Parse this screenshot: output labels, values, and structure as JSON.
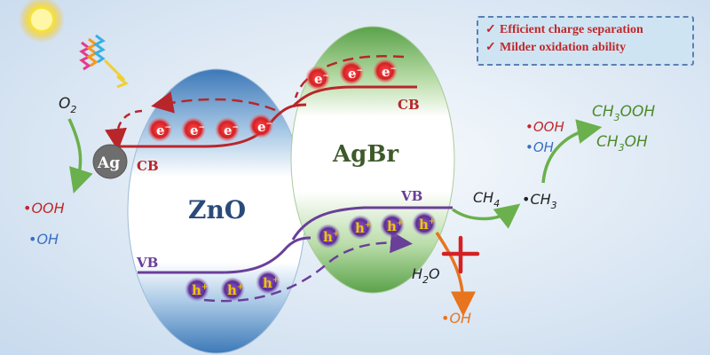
{
  "legend": {
    "items": [
      "Efficient charge separation",
      "Milder oxidation ability"
    ],
    "check_mark": "✓"
  },
  "zno": {
    "name": "ZnO",
    "cb_label": "CB",
    "vb_label": "VB",
    "electrons": [
      "e",
      "e",
      "e",
      "e"
    ],
    "holes": [
      "h",
      "h",
      "h"
    ]
  },
  "agbr": {
    "name": "AgBr",
    "cb_label": "CB",
    "vb_label": "VB",
    "electrons": [
      "e",
      "e",
      "e"
    ],
    "holes": [
      "h",
      "h",
      "h",
      "h"
    ]
  },
  "charge_superscripts": {
    "electron": "−",
    "hole": "+"
  },
  "ag_label": "Ag",
  "left_species": {
    "o2": "O",
    "o2_sub": "2",
    "ooh": "•OOH",
    "oh": "•OH"
  },
  "right_species": {
    "ch4": "CH",
    "ch4_sub": "4",
    "ch3": "•CH",
    "ch3_sub": "3",
    "ooh": "•OOH",
    "oh": "•OH",
    "ch3ooh": [
      "CH",
      "3",
      "OOH"
    ],
    "ch3oh": [
      "CH",
      "3",
      "OH"
    ]
  },
  "water": {
    "h2o": [
      "H",
      "2",
      "O"
    ],
    "oh": "•OH"
  },
  "colors": {
    "cb_band": "#b8262a",
    "vb_band": "#6a3f98",
    "electron": "#d7262b",
    "hole": "#6b3aa0",
    "hole_text": "#f2c400",
    "zno_text": "#2a4a7a",
    "agbr_text": "#3d5a2a",
    "green_arrow": "#6ab04c",
    "orange": "#e8741e",
    "radical_red": "#c0282a",
    "radical_blue": "#3a6ec2",
    "product_green": "#4d8a2a"
  }
}
